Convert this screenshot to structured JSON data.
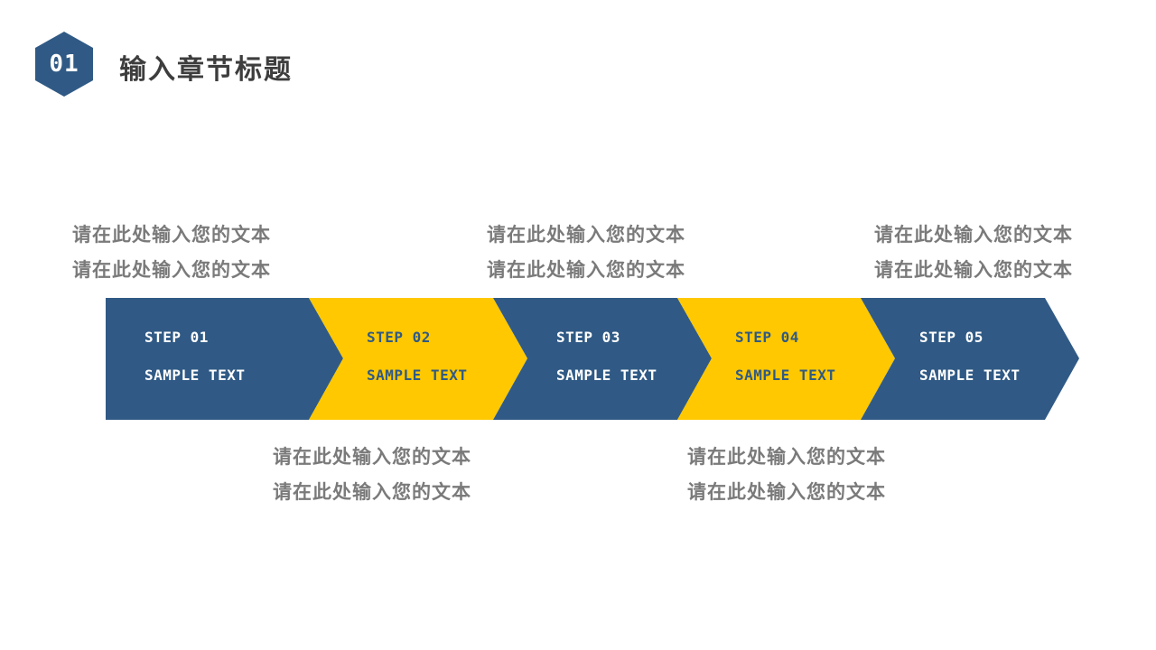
{
  "header": {
    "number": "01",
    "title": "输入章节标题"
  },
  "colors": {
    "navy": "#305a85",
    "yellow": "#ffc800",
    "gray_text": "#7a7a7a"
  },
  "steps": [
    {
      "label": "STEP 01",
      "sample": "SAMPLE TEXT",
      "color": "navy"
    },
    {
      "label": "STEP 02",
      "sample": "SAMPLE TEXT",
      "color": "yellow"
    },
    {
      "label": "STEP 03",
      "sample": "SAMPLE TEXT",
      "color": "navy"
    },
    {
      "label": "STEP 04",
      "sample": "SAMPLE TEXT",
      "color": "yellow"
    },
    {
      "label": "STEP 05",
      "sample": "SAMPLE TEXT",
      "color": "navy"
    }
  ],
  "notes_top": [
    {
      "line1": "请在此处输入您的文本",
      "line2": "请在此处输入您的文本"
    },
    {
      "line1": "请在此处输入您的文本",
      "line2": "请在此处输入您的文本"
    },
    {
      "line1": "请在此处输入您的文本",
      "line2": "请在此处输入您的文本"
    }
  ],
  "notes_bottom": [
    {
      "line1": "请在此处输入您的文本",
      "line2": "请在此处输入您的文本"
    },
    {
      "line1": "请在此处输入您的文本",
      "line2": "请在此处输入您的文本"
    }
  ]
}
